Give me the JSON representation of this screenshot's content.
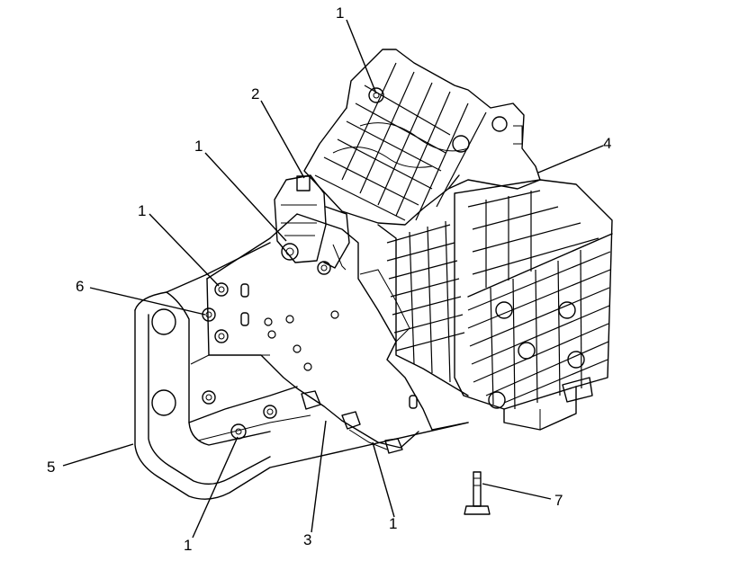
{
  "callouts": [
    {
      "id": "callout-1-top",
      "label": "1"
    },
    {
      "id": "callout-2",
      "label": "2"
    },
    {
      "id": "callout-1-upper-left",
      "label": "1"
    },
    {
      "id": "callout-4",
      "label": "4"
    },
    {
      "id": "callout-1-left",
      "label": "1"
    },
    {
      "id": "callout-6",
      "label": "6"
    },
    {
      "id": "callout-5",
      "label": "5"
    },
    {
      "id": "callout-1-bottom-left",
      "label": "1"
    },
    {
      "id": "callout-3",
      "label": "3"
    },
    {
      "id": "callout-1-bottom",
      "label": "1"
    },
    {
      "id": "callout-7",
      "label": "7"
    }
  ]
}
